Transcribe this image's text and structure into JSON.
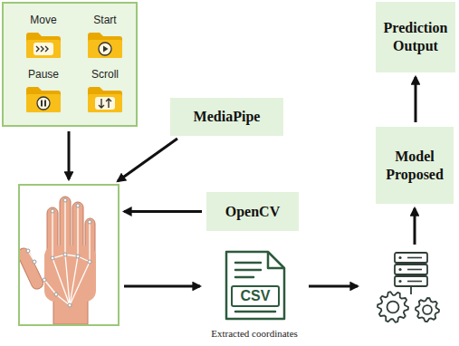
{
  "diagram": {
    "nodes": [
      {
        "text": [
          "Move",
          "Start",
          "Pause",
          "Scroll"
        ]
      },
      {
        "text": [
          "Prediction Output"
        ]
      },
      {
        "text": [
          "MediaPipe"
        ]
      },
      {
        "text": [
          "Model Proposed"
        ]
      },
      {
        "text": []
      },
      {
        "text": [
          "OpenCV"
        ]
      },
      {
        "text": [
          "CSV",
          "Extracted coordinates"
        ]
      },
      {
        "text": []
      }
    ],
    "edges": [
      {
        "from": 0,
        "to": 4,
        "arrow": "to"
      },
      {
        "from": 2,
        "to": 4,
        "arrow": "to"
      },
      {
        "from": 5,
        "to": 4,
        "arrow": "to"
      },
      {
        "from": 4,
        "to": 6,
        "arrow": "to"
      },
      {
        "from": 6,
        "to": 7,
        "arrow": "to"
      },
      {
        "from": 7,
        "to": 3,
        "arrow": "to"
      },
      {
        "from": 3,
        "to": 1,
        "arrow": "to"
      }
    ]
  }
}
